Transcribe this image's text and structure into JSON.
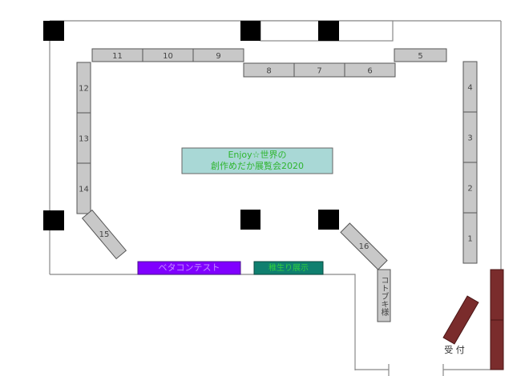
{
  "title_sign": {
    "line1": "Enjoy☆世界の",
    "line2": "創作めだか展覧会2020"
  },
  "booths_top": [
    "11",
    "10",
    "9"
  ],
  "booths_mid": [
    "8",
    "7",
    "6"
  ],
  "booth_5": "5",
  "booths_right": [
    "4",
    "3",
    "2",
    "1"
  ],
  "booths_left": [
    "12",
    "13",
    "14"
  ],
  "booth_15": "15",
  "booth_16": "16",
  "kotobuki": "コトブキ様",
  "beta_contest": "ベタコンテスト",
  "teal_display": "稚生り展示",
  "reception": "受 付",
  "colors": {
    "booth": "#c8c8c8",
    "purple": "#8000ff",
    "teal": "#0f7f6f",
    "sign": "#a9d8d6",
    "brown": "#7a2c2c",
    "green_text": "#2fb52f"
  }
}
